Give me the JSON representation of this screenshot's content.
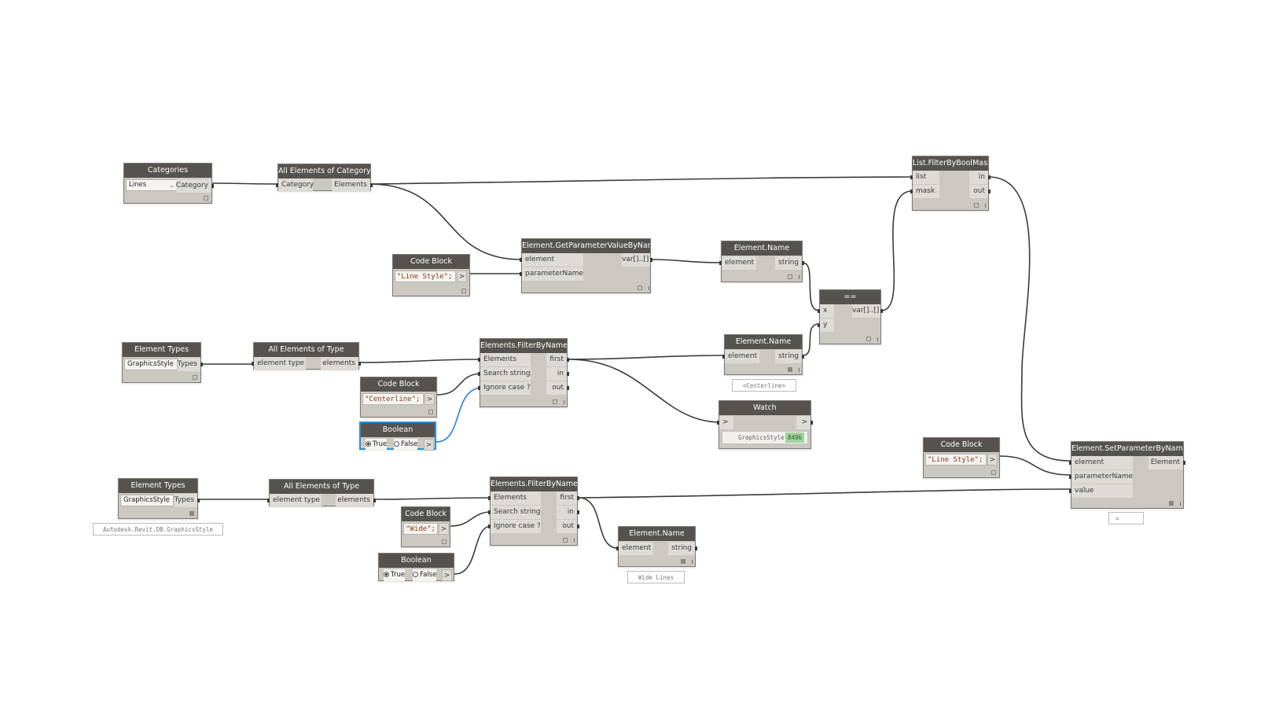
{
  "graph": {
    "categories": {
      "title": "Categories",
      "value": "Lines",
      "out": "Category"
    },
    "all_elements_of_category": {
      "title": "All Elements of Category",
      "in": "Category",
      "out": "Elements"
    },
    "get_param": {
      "title": "Element.GetParameterValueByName",
      "in1": "element",
      "in2": "parameterName",
      "out": "var[]..[]"
    },
    "code_block_1": {
      "title": "Code Block",
      "code": "\"Line Style\";",
      "out": ">"
    },
    "element_name_1": {
      "title": "Element.Name",
      "in": "element",
      "out": "string"
    },
    "equals": {
      "title": "==",
      "in1": "x",
      "in2": "y",
      "out": "var[]..[]"
    },
    "filter_bool_mask": {
      "title": "List.FilterByBoolMask",
      "in1": "list",
      "in2": "mask",
      "out1": "in",
      "out2": "out"
    },
    "element_types_1": {
      "title": "Element Types",
      "value": "GraphicsStyle",
      "out": "Types"
    },
    "all_elements_of_type_1": {
      "title": "All Elements of Type",
      "in": "element type",
      "out": "elements"
    },
    "filter_by_name_1": {
      "title": "Elements.FilterByName",
      "in1": "Elements",
      "in2": "Search string",
      "in3": "Ignore case ?",
      "out1": "first",
      "out2": "in",
      "out3": "out"
    },
    "code_block_2": {
      "title": "Code Block",
      "code": "\"Centerline\";",
      "out": ">"
    },
    "boolean_1": {
      "title": "Boolean",
      "true_label": "True",
      "false_label": "False",
      "out": ">"
    },
    "element_name_2": {
      "title": "Element.Name",
      "in": "element",
      "out": "string",
      "preview": "<Centerline>"
    },
    "watch": {
      "title": "Watch",
      "in": ">",
      "out": ">",
      "value_type": "GraphicsStyle",
      "value_id": "8496"
    },
    "code_block_3": {
      "title": "Code Block",
      "code": "\"Line Style\";",
      "out": ">"
    },
    "set_param": {
      "title": "Element.SetParameterByName",
      "in1": "element",
      "in2": "parameterName",
      "in3": "value",
      "out": "Element",
      "preview": "="
    },
    "element_types_2": {
      "title": "Element Types",
      "value": "GraphicsStyle",
      "out": "Types",
      "preview": "Autodesk.Revit.DB.GraphicsStyle"
    },
    "all_elements_of_type_2": {
      "title": "All Elements of Type",
      "in": "element type",
      "out": "elements"
    },
    "filter_by_name_2": {
      "title": "Elements.FilterByName",
      "in1": "Elements",
      "in2": "Search string",
      "in3": "Ignore case ?",
      "out1": "first",
      "out2": "in",
      "out3": "out"
    },
    "code_block_4": {
      "title": "Code Block",
      "code": "\"Wide\";",
      "out": ">"
    },
    "boolean_2": {
      "title": "Boolean",
      "true_label": "True",
      "false_label": "False",
      "out": ">"
    },
    "element_name_3": {
      "title": "Element.Name",
      "in": "element",
      "out": "string",
      "preview": "Wide Lines"
    }
  },
  "colors": {
    "wire": "#3d3b38",
    "selected_wire": "#3a8ad8",
    "node_header": "#56534f",
    "node_body": "#cbc8c2"
  }
}
